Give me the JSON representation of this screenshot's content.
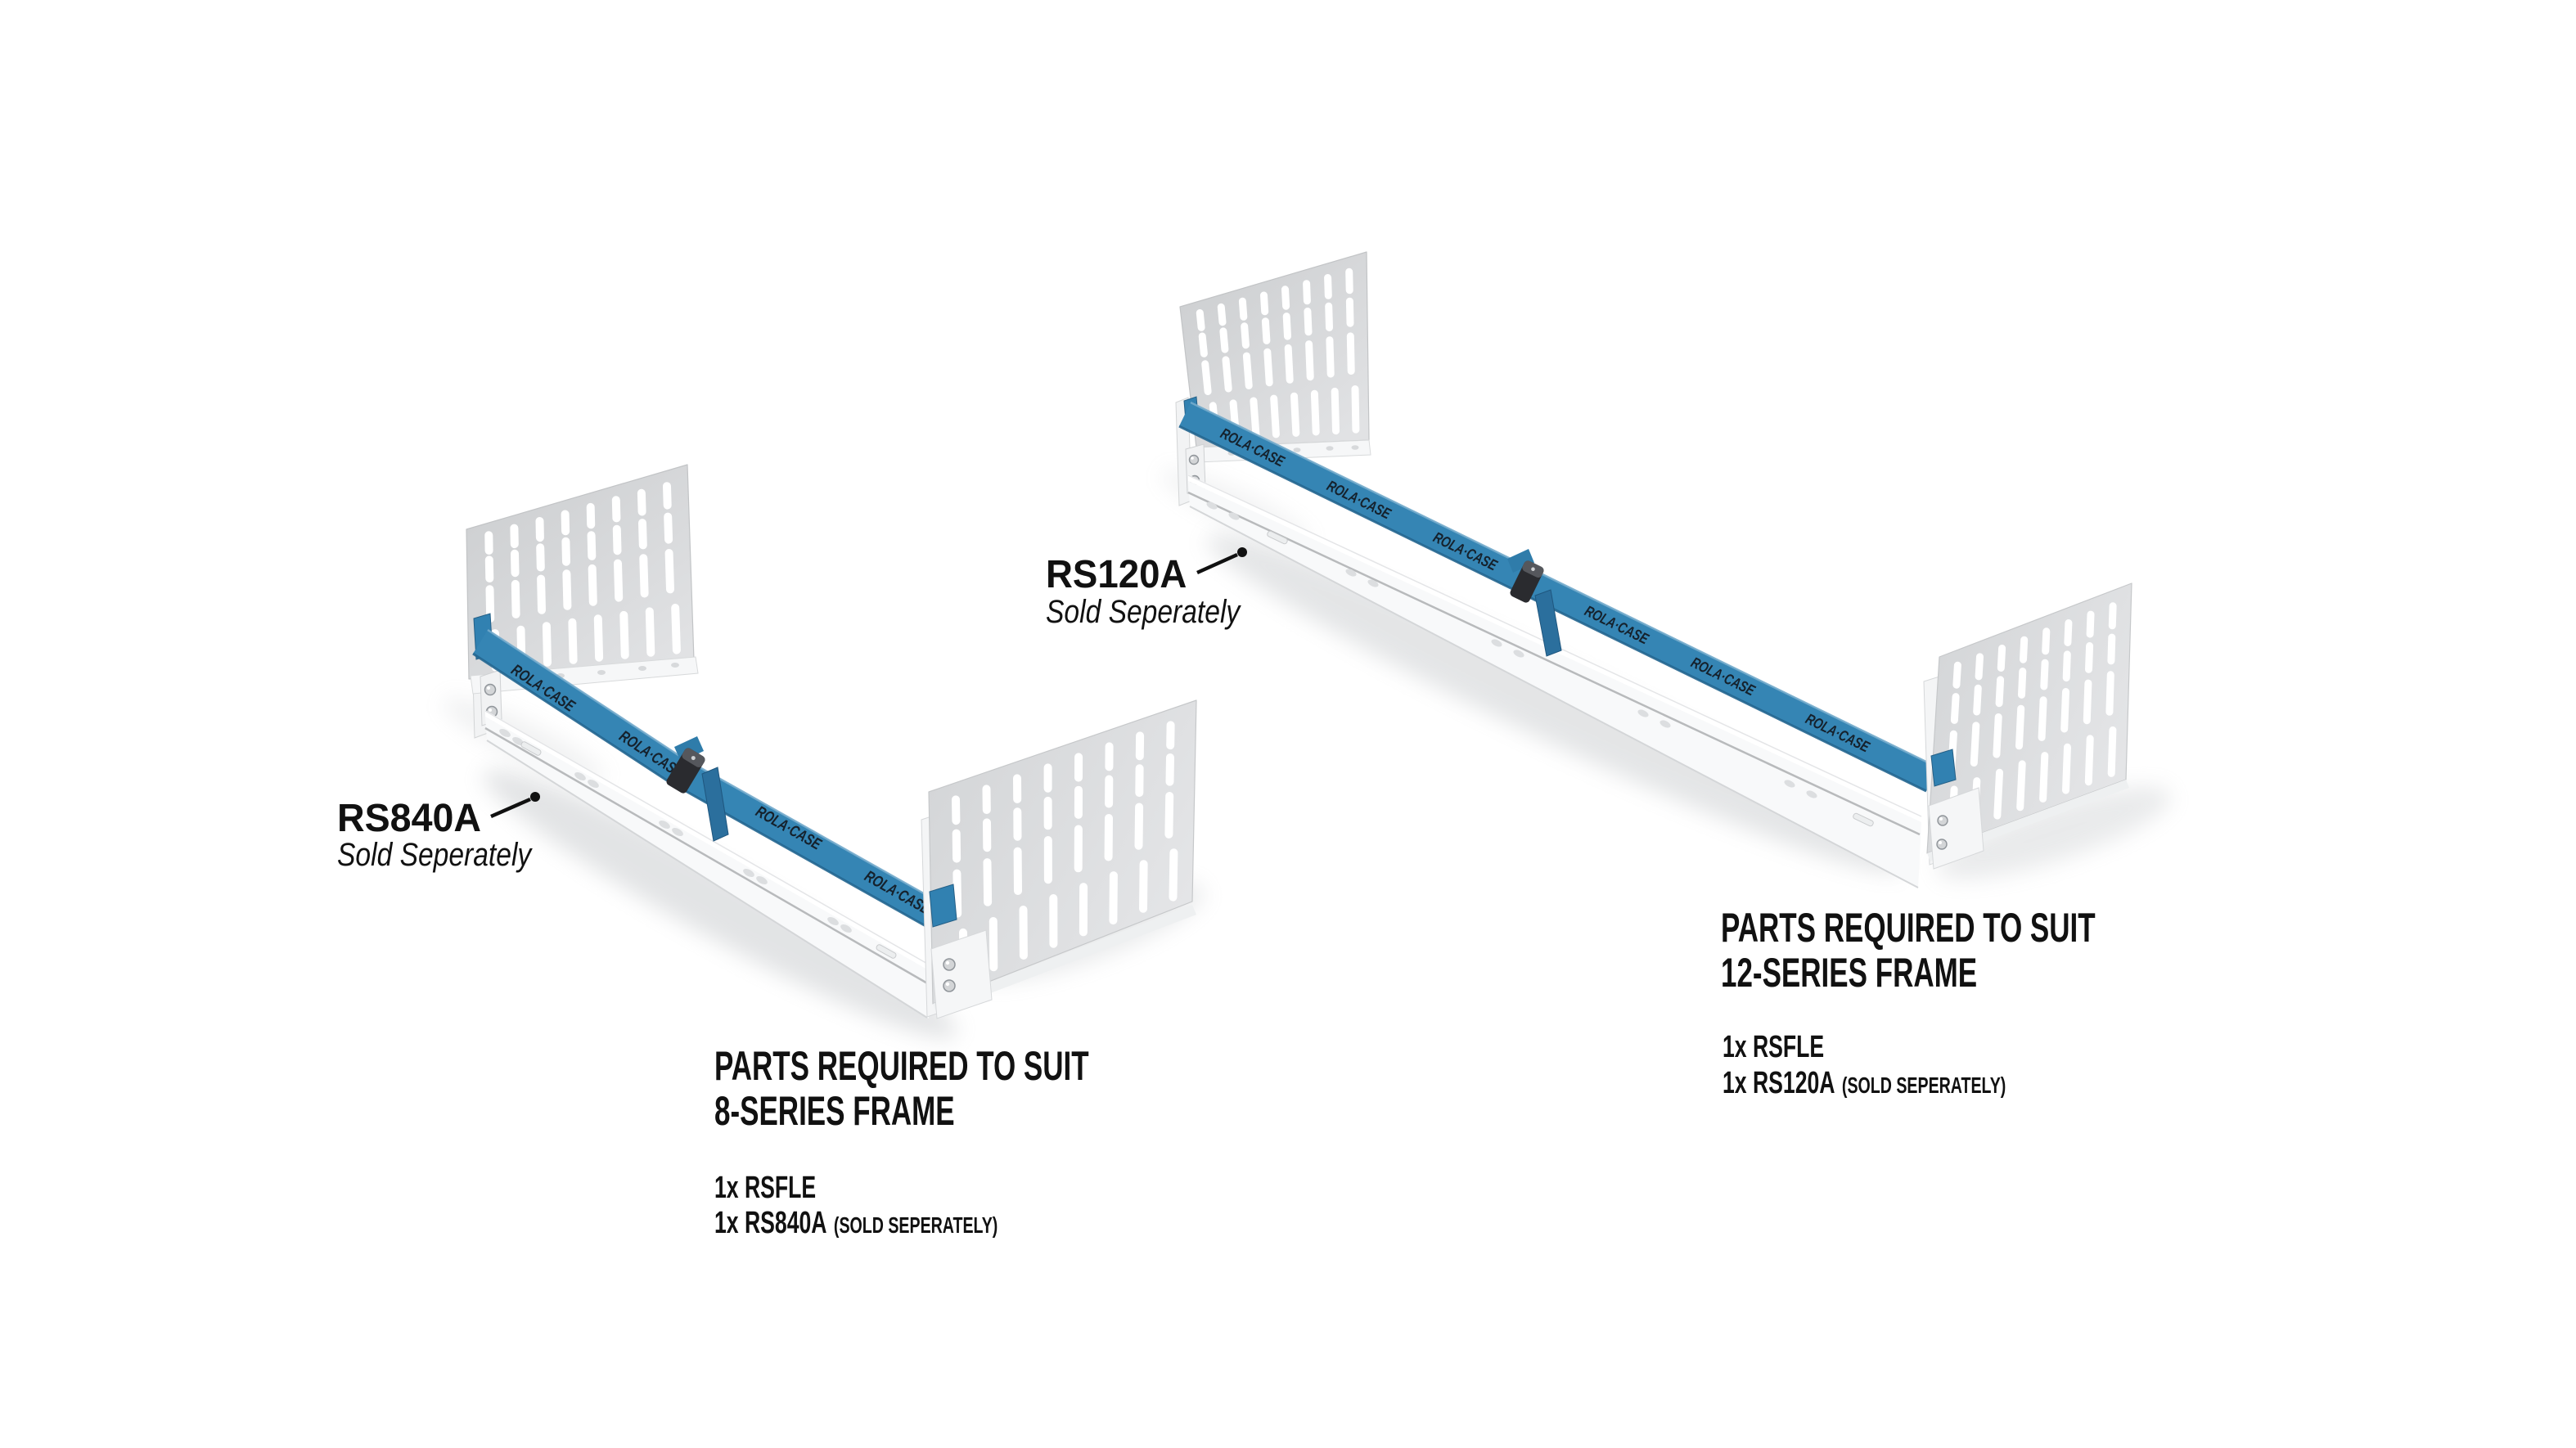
{
  "page": {
    "background_color": "#ffffff"
  },
  "brand": {
    "strap_text": "ROLA·CASE",
    "strap_color": "#3585b4",
    "panel_color": "#d6d8da",
    "callout_color": "#111111"
  },
  "figures": [
    {
      "id": "8-series",
      "callout": {
        "part": "RS840A",
        "note": "Sold Seperately"
      },
      "heading": {
        "line1": "PARTS REQUIRED TO SUIT",
        "line2": "8-SERIES FRAME"
      },
      "parts": [
        {
          "label": "1x RSFLE",
          "note": ""
        },
        {
          "label": "1x RS840A",
          "note": "(SOLD SEPERATELY)"
        }
      ]
    },
    {
      "id": "12-series",
      "callout": {
        "part": "RS120A",
        "note": "Sold Seperately"
      },
      "heading": {
        "line1": "PARTS REQUIRED TO SUIT",
        "line2": "12-SERIES FRAME"
      },
      "parts": [
        {
          "label": "1x RSFLE",
          "note": ""
        },
        {
          "label": "1x RS120A",
          "note": "(SOLD SEPERATELY)"
        }
      ]
    }
  ]
}
